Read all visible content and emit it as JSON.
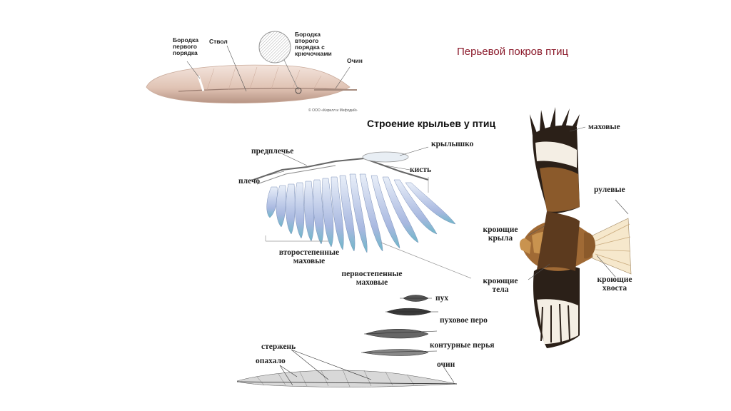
{
  "slide_title": "Перьевой покров птиц",
  "feather_diagram": {
    "labels": {
      "barb_first_order": "Бородка первого порядка",
      "shaft": "Ствол",
      "barb_second_order": "Бородка второго порядка с крючочками",
      "calamus": "Очин"
    },
    "copyright": "© ООО «Кирилл и Мефодий»"
  },
  "wing_diagram": {
    "title": "Строение крыльев у птиц",
    "labels": {
      "forearm": "предплечье",
      "alula": "крылышко",
      "hand": "кисть",
      "shoulder": "плечо",
      "secondary_remiges": "второстепенные маховые",
      "primary_remiges": "первостепенные маховые"
    }
  },
  "feather_types": {
    "labels": {
      "down": "пух",
      "down_feather": "пуховое перо",
      "contour_feathers": "контурные перья",
      "rachis": "стержень",
      "vane": "опахало",
      "calamus": "очин"
    }
  },
  "eagle_diagram": {
    "labels": {
      "remiges": "маховые",
      "rectrices": "рулевые",
      "wing_coverts": "кроющие крыла",
      "body_coverts": "кроющие тела",
      "tail_coverts": "кроющие хвоста"
    }
  }
}
